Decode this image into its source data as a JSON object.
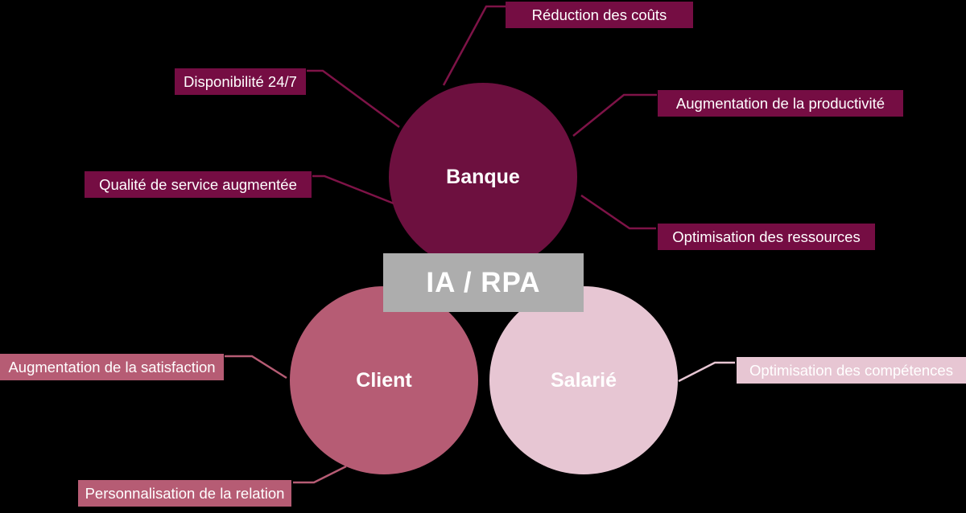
{
  "center_box": {
    "label": "IA / RPA",
    "bg_color": "#ADADAD",
    "text_color": "#FFFFFF"
  },
  "circles": {
    "banque": {
      "label": "Banque",
      "bg_color": "#6D103F",
      "text_color": "#FFFFFF"
    },
    "client": {
      "label": "Client",
      "bg_color": "#B65C74",
      "text_color": "#FFFFFF"
    },
    "salarie": {
      "label": "Salarié",
      "bg_color": "#E7C6D3",
      "text_color": "#FFFFFF"
    }
  },
  "callouts": {
    "reduction_couts": {
      "text": "Réduction des coûts",
      "group": "banque",
      "bg_color": "#750D43"
    },
    "disponibilite": {
      "text": "Disponibilité 24/7",
      "group": "banque",
      "bg_color": "#750D43"
    },
    "productivite": {
      "text": "Augmentation de la productivité",
      "group": "banque",
      "bg_color": "#750D43"
    },
    "qualite_service": {
      "text": "Qualité de service augmentée",
      "group": "banque",
      "bg_color": "#750D43"
    },
    "ressources": {
      "text": "Optimisation des ressources",
      "group": "banque",
      "bg_color": "#750D43"
    },
    "satisfaction": {
      "text": "Augmentation de la satisfaction",
      "group": "client",
      "bg_color": "#B65C74"
    },
    "personnalisation": {
      "text": "Personnalisation de la relation",
      "group": "client",
      "bg_color": "#B65C74"
    },
    "competences": {
      "text": "Optimisation des compétences",
      "group": "salarie",
      "bg_color": "#E7C6D3"
    }
  },
  "connectors": {
    "banque_color": "#7E1347",
    "client_color": "#B65C74",
    "salarie_color": "#E7C6D3"
  },
  "canvas": {
    "background": "#000000"
  }
}
